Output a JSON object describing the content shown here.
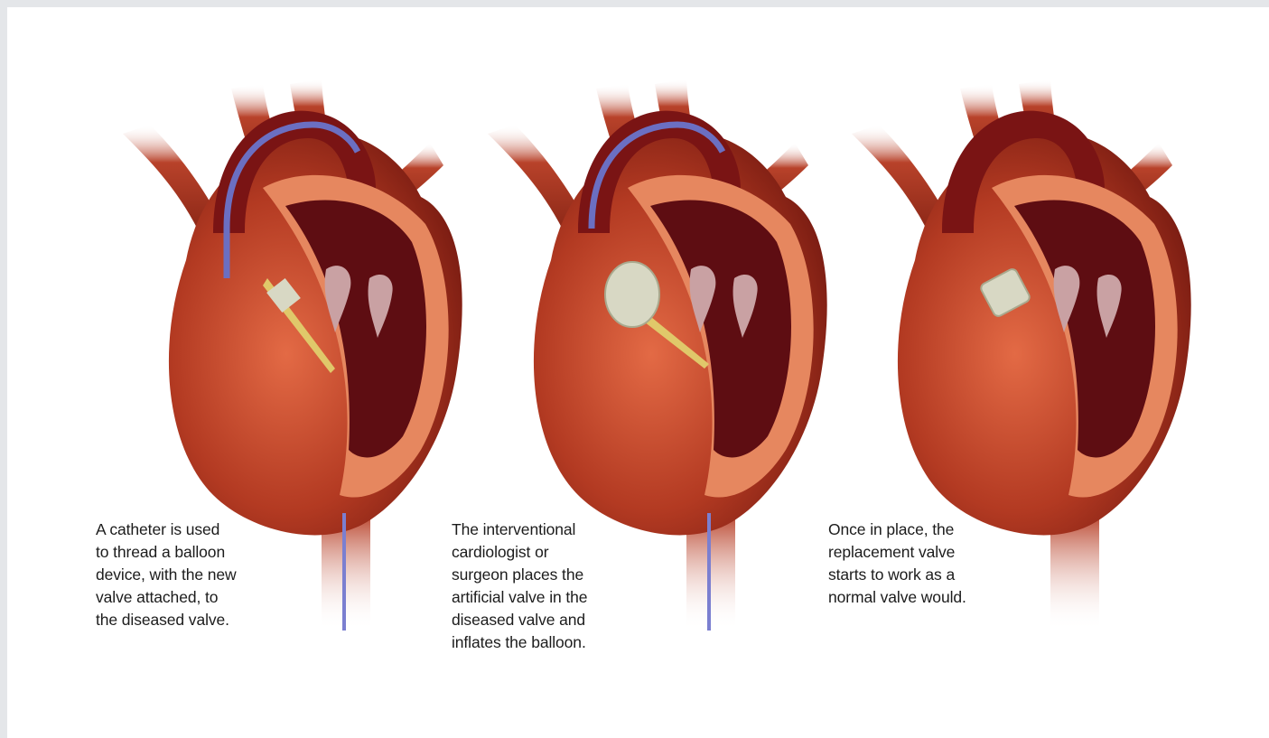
{
  "panels": [
    {
      "step": "catheter",
      "caption": "A catheter is used\nto thread a balloon\ndevice, with the new\nvalve attached, to\nthe diseased valve."
    },
    {
      "step": "placement",
      "caption": "The interventional\ncardiologist or\nsurgeon places the\nartificial valve in the\ndiseased valve and\ninflates the balloon."
    },
    {
      "step": "working",
      "caption": "Once in place, the\nreplacement valve\nstarts to work as a\nnormal valve would."
    }
  ],
  "colors": {
    "heart_outer": "#a5301e",
    "heart_light": "#d9573a",
    "heart_dark": "#6a1010",
    "chamber": "#5e0d12",
    "muscle": "#e6875f",
    "catheter": "#6b6fc2",
    "valve_device": "#d8d8c4",
    "balloon_tip": "#e0c86a"
  }
}
